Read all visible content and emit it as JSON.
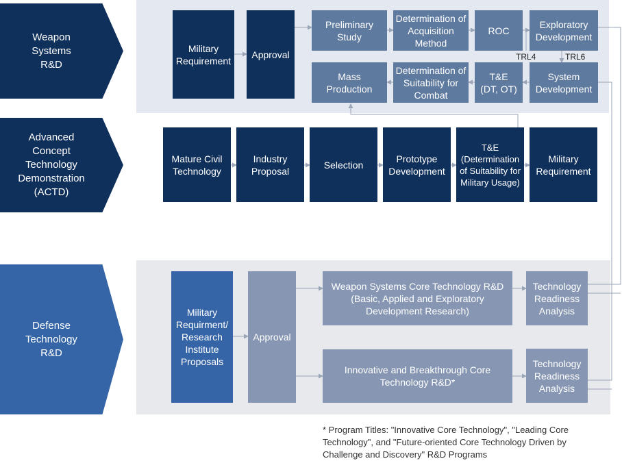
{
  "colors": {
    "navy": "#10305c",
    "slate": "#5f7a9f",
    "blue": "#3565a6",
    "grey": "#8797b3",
    "panel_top": "#e4e9f1",
    "panel_bottom": "#e7e9ed",
    "connector": "#9aa5b8"
  },
  "rows": {
    "weapon": {
      "label": "Weapon Systems R&D",
      "boxes": {
        "military_requirement": "Military Requirement",
        "approval": "Approval",
        "preliminary_study": "Preliminary Study",
        "determination_acquisition": "Determination of Acquisition Method",
        "roc": "ROC",
        "exploratory_development": "Exploratory Development",
        "mass_production": "Mass Production",
        "determination_suitability_combat": "Determination of Suitability for Combat",
        "te_dt_ot": "T&E (DT, OT)",
        "system_development": "System Development"
      },
      "trl4": "TRL4",
      "trl6": "TRL6"
    },
    "actd": {
      "label": "Advanced Concept Technology Demonstration (ACTD)",
      "boxes": {
        "mature_civil": "Mature Civil Technology",
        "industry_proposal": "Industry Proposal",
        "selection": "Selection",
        "prototype_development": "Prototype Development",
        "te_military_usage": "T&E (Determination of Suitability for Military Usage)",
        "military_requirement": "Military Requirement"
      }
    },
    "defense": {
      "label": "Defense Technology R&D",
      "boxes": {
        "requirement_proposals": "Military Requirment/ Research Institute Proposals",
        "approval": "Approval",
        "core_tech": "Weapon Systems Core Technology R&D (Basic, Applied and Exploratory Development Research)",
        "innovative": "Innovative and Breakthrough Core Technology R&D*",
        "tra_1": "Technology Readiness Analysis",
        "tra_2": "Technology Readiness Analysis"
      }
    }
  },
  "footnote": "* Program Titles: \"Innovative Core Technology\", \"Leading Core Technology\", and \"Future-oriented Core Technology Driven by Challenge and Discovery\" R&D Programs"
}
